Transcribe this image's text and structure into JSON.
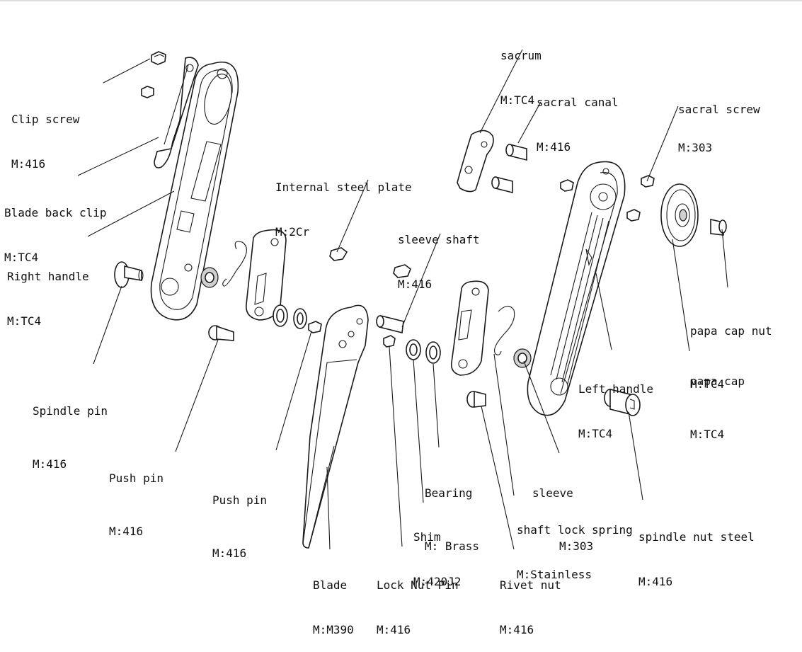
{
  "labels": {
    "clip_screw": {
      "name": "Clip screw",
      "material": "M:416"
    },
    "blade_back_clip": {
      "name": "Blade back clip",
      "material": "M:TC4"
    },
    "right_handle": {
      "name": "Right handle",
      "material": "M:TC4"
    },
    "spindle_pin": {
      "name": "Spindle pin",
      "material": "M:416"
    },
    "push_pin_left": {
      "name": "Push pin",
      "material": "M:416"
    },
    "push_pin_mid": {
      "name": "Push pin",
      "material": "M:416"
    },
    "internal_steel_plate": {
      "name": "Internal steel plate",
      "material": "M:2Cr"
    },
    "sleeve_shaft": {
      "name": "sleeve shaft",
      "material": "M:416"
    },
    "sacrum": {
      "name": "sacrum",
      "material": "M:TC4"
    },
    "sacral_canal": {
      "name": "sacral canal",
      "material": "M:416"
    },
    "sacral_screw": {
      "name": "sacral screw",
      "material": "M:303"
    },
    "papa_cap_nut": {
      "name": "papa cap nut",
      "material": "M:TC4"
    },
    "papa_cap": {
      "name": "papa cap",
      "material": "M:TC4"
    },
    "left_handle": {
      "name": "Left handle",
      "material": "M:TC4"
    },
    "sleeve": {
      "name": "sleeve",
      "material": "M:303"
    },
    "bearing": {
      "name": "Bearing",
      "material": "M: Brass"
    },
    "shim": {
      "name": "Shim",
      "material": "M:420J2"
    },
    "shaft_lock_spring": {
      "name": "shaft lock spring",
      "material": "M:Stainless"
    },
    "spindle_nut_steel": {
      "name": "spindle nut steel",
      "material": "M:416"
    },
    "rivet_nut": {
      "name": "Rivet nut",
      "material": "M:416"
    },
    "lock_nut_pin": {
      "name": "Lock Nut Pin",
      "material": "M:416"
    },
    "blade": {
      "name": "Blade",
      "material": "M:M390"
    }
  }
}
